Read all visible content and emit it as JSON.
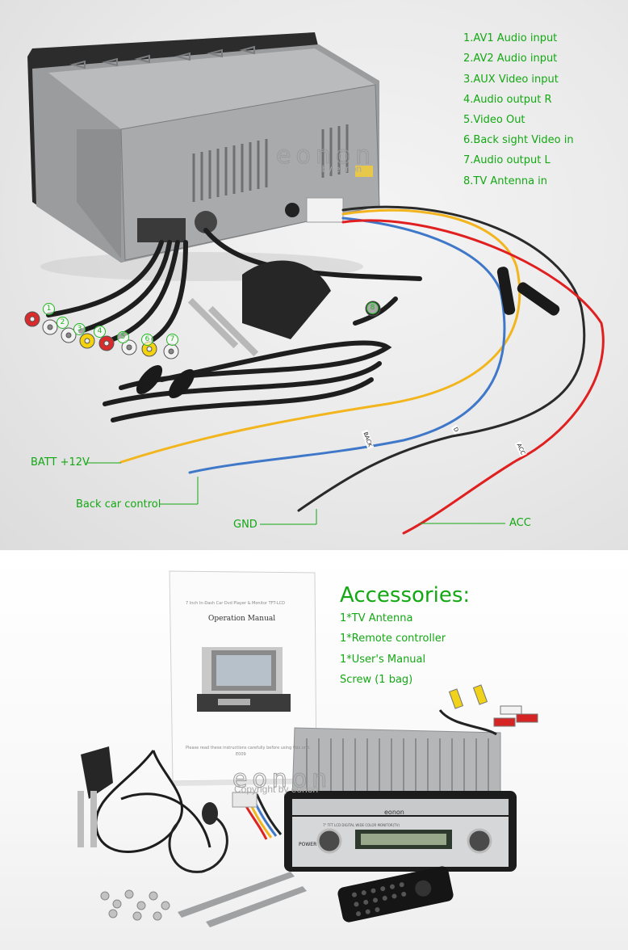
{
  "top_panel": {
    "output_list": [
      "1.AV1 Audio input",
      "2.AV2 Audio input",
      "3.AUX Video input",
      "4.Audio output R",
      "5.Video Out",
      "6.Back sight Video in",
      "7.Audio output L",
      "8.TV Antenna in"
    ],
    "connector_numbers": [
      "1",
      "2",
      "3",
      "4",
      "5",
      "6",
      "7",
      "8"
    ],
    "wire_callouts": {
      "batt": "BATT +12V",
      "back_car": "Back car control",
      "gnd": "GND",
      "acc": "ACC"
    },
    "wire_tags": {
      "back": "BACK",
      "acc": "ACC",
      "d": "D"
    },
    "watermark": {
      "logo": "eonon",
      "copyright": "Copyright by eonon"
    },
    "wire_colors": {
      "yellow": "#f2b51d",
      "blue": "#3f78c9",
      "black": "#2a2a2a",
      "red": "#e02020"
    }
  },
  "bottom_panel": {
    "accessories_title": "Accessories:",
    "accessories": [
      "1*TV Antenna",
      "1*Remote controller",
      "1*User's Manual",
      "Screw (1 bag)"
    ],
    "manual": {
      "header": "7 Inch In-Dash Car Dvd Player & Monitor TFT-LCD",
      "title": "Operation Manual",
      "footer": "Please read these instructions carefully before using this unit.",
      "model": "E009"
    },
    "head_unit": {
      "brand": "eonon",
      "power_label": "POWER",
      "panel_text": "7\" TFT LCD DIGITAL WIDE COLOR MONITOR(TV)"
    },
    "watermark": {
      "logo": "eonon",
      "copyright": "Copyright by eonon"
    },
    "label_color": "#14a814"
  }
}
